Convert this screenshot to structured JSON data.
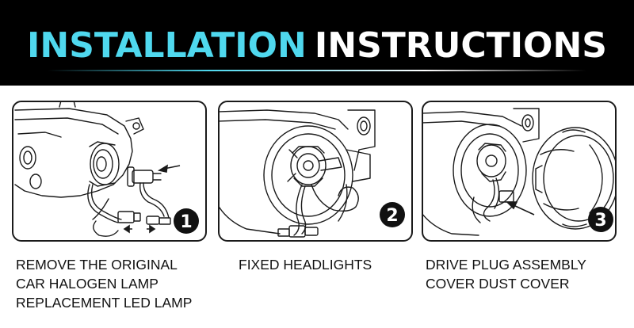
{
  "banner": {
    "title_part_1": "INSTALLATION",
    "title_part_2": "INSTRUCTIONS"
  },
  "steps": [
    {
      "number": "1",
      "caption_lines": [
        "REMOVE THE ORIGINAL",
        "CAR HALOGEN LAMP",
        "REPLACEMENT LED LAMP"
      ]
    },
    {
      "number": "2",
      "caption_lines": [
        "FIXED HEADLIGHTS"
      ]
    },
    {
      "number": "3",
      "caption_lines": [
        "DRIVE PLUG ASSEMBLY",
        "COVER DUST COVER"
      ]
    }
  ],
  "colors": {
    "banner_bg": "#000000",
    "title_accent": "#4fd8ee",
    "title_main": "#ffffff",
    "line_art": "#1a1a1a",
    "badge_bg": "#111111"
  }
}
